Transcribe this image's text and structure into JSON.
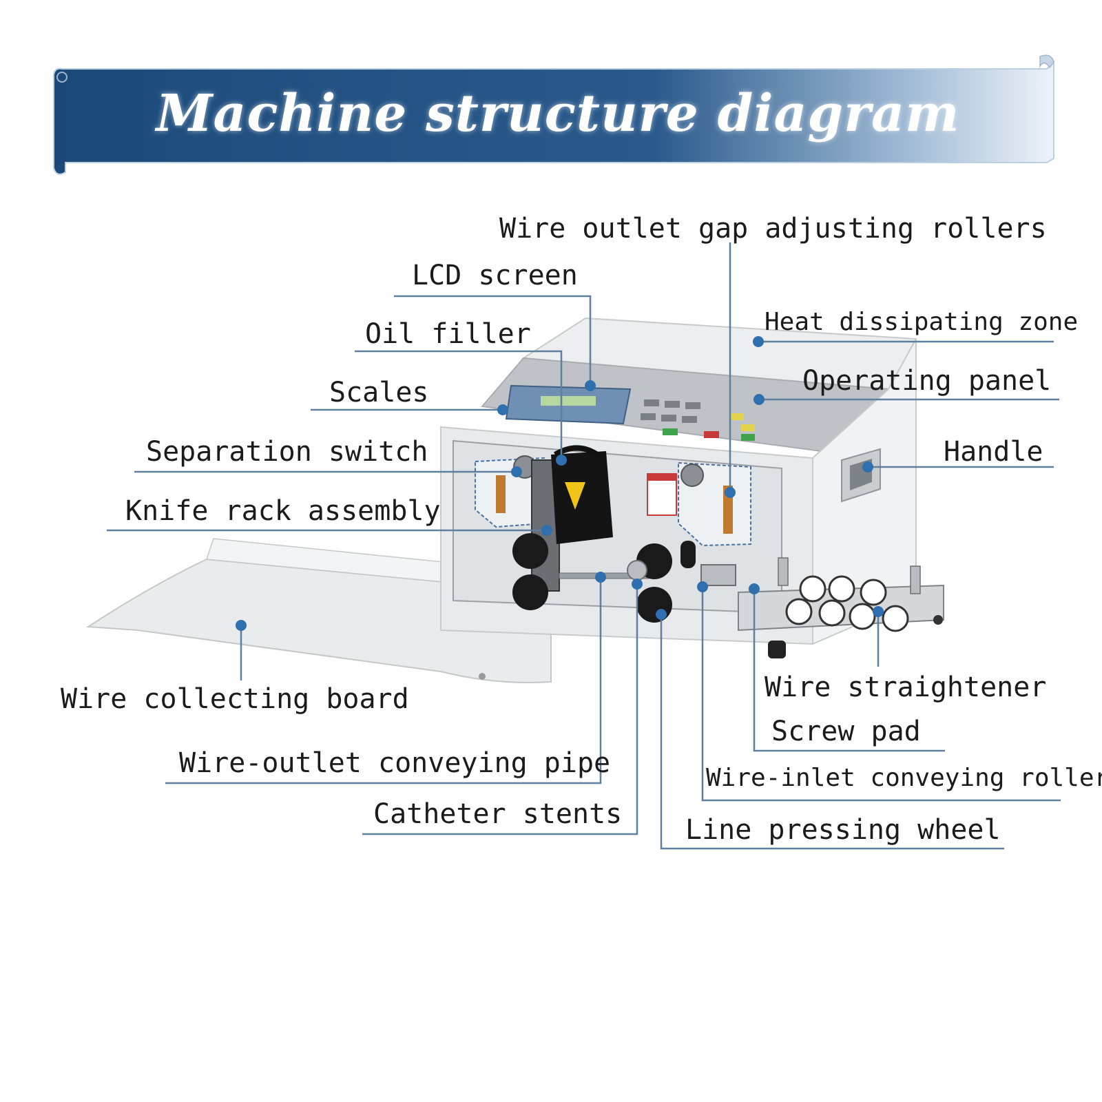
{
  "title": "Machine structure diagram",
  "colors": {
    "banner": "#1f4f80",
    "leader": "#5e7f9e",
    "dot": "#2f6fae"
  },
  "labels": {
    "wire_outlet_gap": "Wire outlet gap adjusting rollers",
    "lcd_screen": "LCD screen",
    "heat_zone": "Heat dissipating zone",
    "oil_filler": "Oil filler",
    "operating_panel": "Operating panel",
    "scales": "Scales",
    "handle": "Handle",
    "separation_switch": "Separation switch",
    "knife_rack": "Knife rack assembly",
    "wire_collecting": "Wire collecting board",
    "wire_straightener": "Wire straightener",
    "screw_pad": "Screw pad",
    "wire_outlet_pipe": "Wire-outlet conveying pipe",
    "wire_inlet_rollers": "Wire-inlet conveying rollers",
    "catheter_stents": "Catheter stents",
    "line_pressing": "Line pressing wheel"
  }
}
